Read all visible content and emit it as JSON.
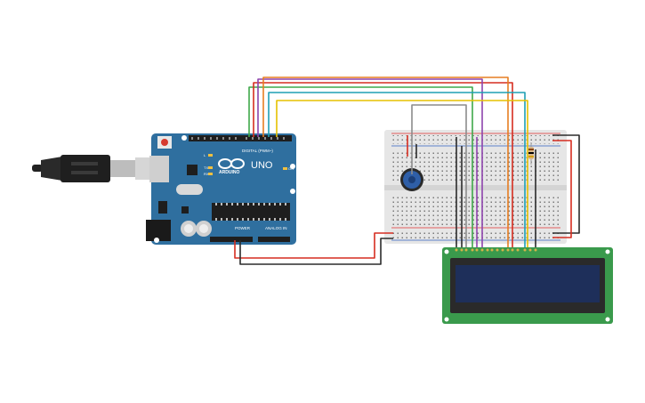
{
  "arduino": {
    "brand": "ARDUINO",
    "model": "UNO",
    "digital_label": "DIGITAL (PWM~)",
    "power_label": "POWER",
    "analog_label": "ANALOG IN",
    "tx_label": "TX",
    "rx_label": "RX",
    "on_label": "ON",
    "l_label": "L"
  },
  "colors": {
    "board": "#2f6f9f",
    "breadboard": "#e6e6e6",
    "lcd_pcb": "#3a9a4c",
    "lcd_screen": "#1e2f5a",
    "wire_red": "#d62d20",
    "wire_black": "#2b2b2b",
    "wire_green": "#3fa84a",
    "wire_purple": "#8e44ad",
    "wire_orange": "#e67e22",
    "wire_teal": "#1f9fb4",
    "wire_yellow": "#e5c100",
    "wire_gray": "#8c8c8c"
  },
  "components": {
    "usb_cable": "usb-cable",
    "potentiometer": "potentiometer",
    "resistor": "resistor",
    "lcd": "lcd-16x2"
  }
}
